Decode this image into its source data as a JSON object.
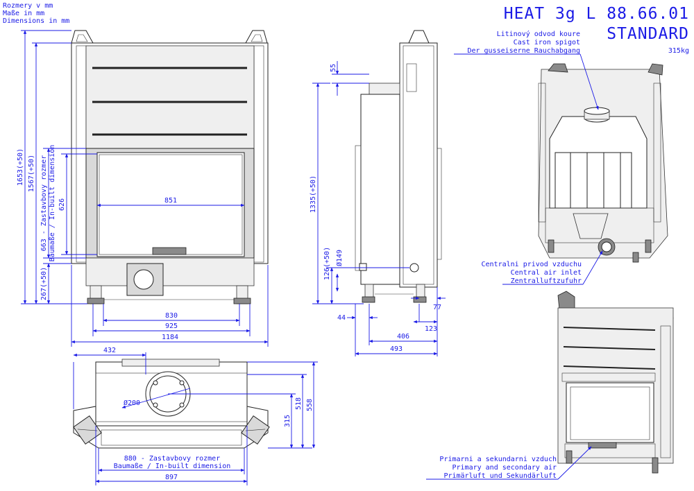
{
  "units_note": [
    "Rozmery v mm",
    "Maße in mm",
    "Dimensions in mm"
  ],
  "title": {
    "model": "HEAT 3g L 88.66.01",
    "variant": "STANDARD",
    "weight": "315kg"
  },
  "front_view": {
    "dims_h": {
      "w851": "851",
      "w830": "830",
      "w925": "925",
      "w1184": "1184"
    },
    "dims_v": {
      "h1653": "1653(+50)",
      "h1567": "1567(+50)",
      "h663": "663 - Zastavbovy rozmer",
      "h663b": "Baumaße / In-built dimension",
      "h626": "626",
      "h267": "267(+50)"
    }
  },
  "side_view": {
    "dims_v": {
      "h55": "55",
      "h1335": "1335(+50)",
      "h126": "126(+50)",
      "d149": "Ø149"
    },
    "dims_h": {
      "w44": "44",
      "w77": "77",
      "w123": "123",
      "w406": "406",
      "w493": "493"
    }
  },
  "top_view": {
    "dims": {
      "w432": "432",
      "d200": "Ø200",
      "h315": "315",
      "h518": "518",
      "h558": "558",
      "w880": "880 - Zastavbovy rozmer",
      "w880b": "Baumaße / In-built dimension",
      "w897": "897"
    }
  },
  "annotations": {
    "spigot": [
      "Litinový odvod koure",
      "Cast iron spigot",
      "Der gusseiserne Rauchabgang"
    ],
    "central_air": [
      "Centralni privod vzduchu",
      "Central air inlet",
      "Zentralluftzufuhr"
    ],
    "prim_sec_air": [
      "Primarni a sekundarni vzduch",
      "Primary and secondary air",
      "Primärluft und Sekundärluft"
    ]
  },
  "colors": {
    "dimension": "#1a1ae6",
    "drawing": "#222222"
  }
}
